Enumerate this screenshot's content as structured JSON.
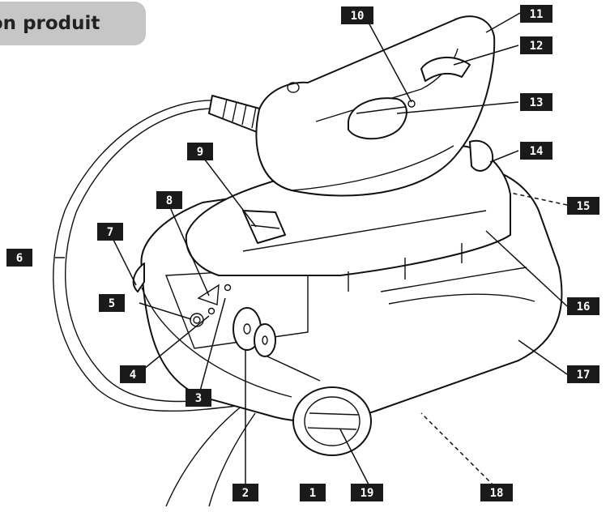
{
  "title": "ion produit",
  "labels": [
    {
      "id": "1",
      "text": "1",
      "part": "button"
    },
    {
      "id": "2",
      "text": "2",
      "part": "button"
    },
    {
      "id": "3",
      "text": "3",
      "part": "indicator-light"
    },
    {
      "id": "4",
      "text": "4",
      "part": "indicator-light"
    },
    {
      "id": "5",
      "text": "5",
      "part": "knob"
    },
    {
      "id": "6",
      "text": "6",
      "part": "power-cord"
    },
    {
      "id": "7",
      "text": "7",
      "part": "side-latch"
    },
    {
      "id": "8",
      "text": "8",
      "part": "warning-symbol"
    },
    {
      "id": "9",
      "text": "9",
      "part": "iron-lock"
    },
    {
      "id": "10",
      "text": "10",
      "part": "iron-light"
    },
    {
      "id": "11",
      "text": "11",
      "part": "iron-handle"
    },
    {
      "id": "12",
      "text": "12",
      "part": "steam-trigger"
    },
    {
      "id": "13",
      "text": "13",
      "part": "thermostat-dial"
    },
    {
      "id": "14",
      "text": "14",
      "part": "rear-clip"
    },
    {
      "id": "15",
      "text": "15",
      "part": "iron-rest"
    },
    {
      "id": "16",
      "text": "16",
      "part": "soleplate"
    },
    {
      "id": "17",
      "text": "17",
      "part": "base-unit"
    },
    {
      "id": "18",
      "text": "18",
      "part": "base-underside"
    },
    {
      "id": "19",
      "text": "19",
      "part": "boiler-cap"
    }
  ]
}
